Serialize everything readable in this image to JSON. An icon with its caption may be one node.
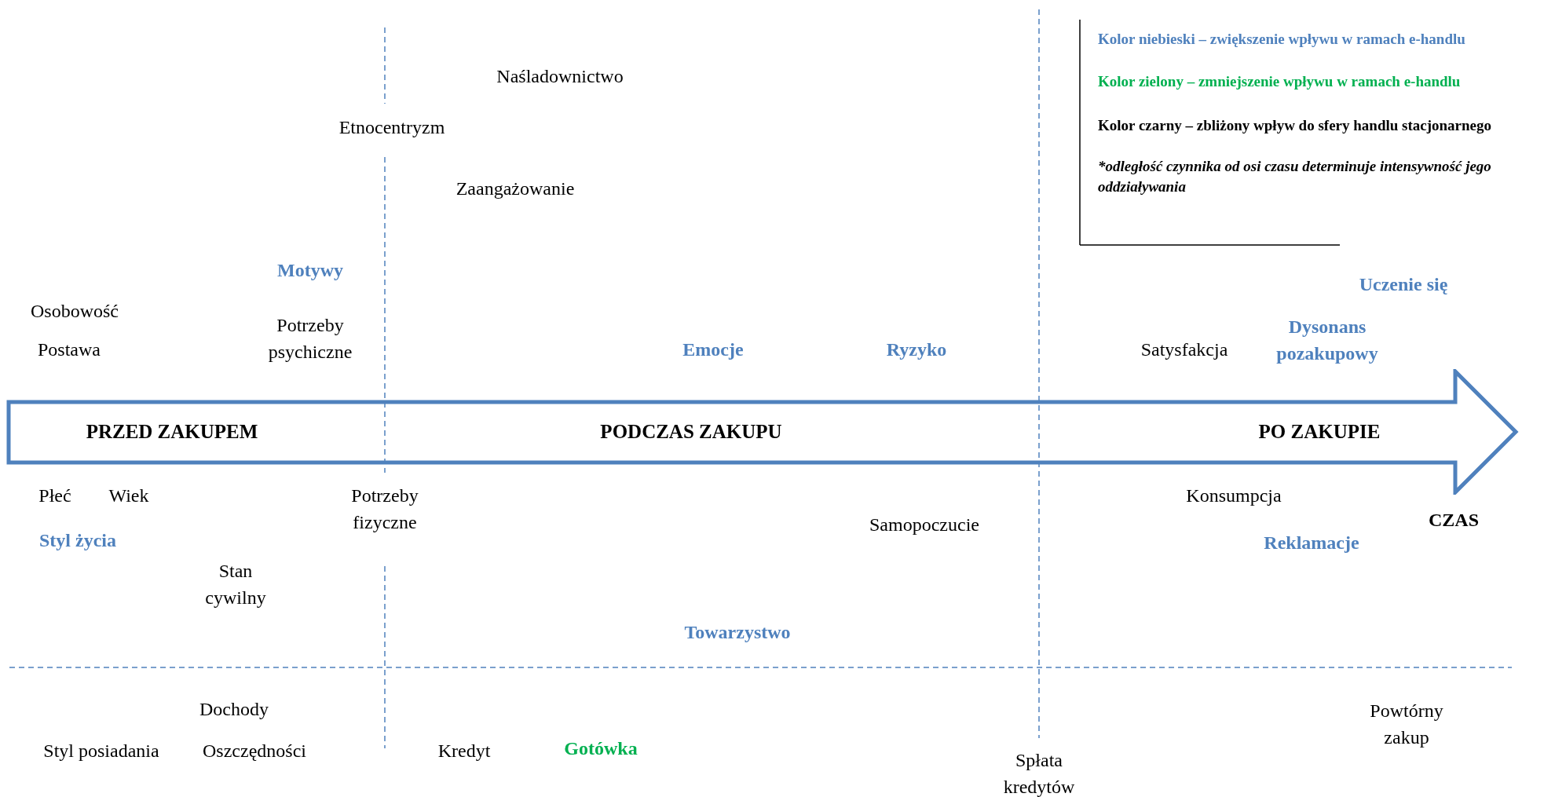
{
  "diagram": {
    "nodes": [
      {
        "text": [
          "PRZED ZAKUPEM",
          "PODCZAS ZAKUPU",
          "PO ZAKUPIE"
        ]
      }
    ],
    "edges": [],
    "labels": [
      "Naśladownictwo",
      "Etnocentryzm",
      "Zaangażowanie",
      "Motywy",
      "Uczenie się",
      "Osobowość",
      "Potrzeby psychiczne",
      "Dysonans pozakupowy",
      "Postawa",
      "Emocje",
      "Ryzyko",
      "Satysfakcja",
      "Płeć",
      "Wiek",
      "Potrzeby fizyczne",
      "Konsumpcja",
      "CZAS",
      "Samopoczucie",
      "Styl życia",
      "Reklamacje",
      "Stan cywilny",
      "Towarzystwo",
      "Dochody",
      "Powtórny zakup",
      "Styl posiadania",
      "Oszczędności",
      "Kredyt",
      "Gotówka",
      "Spłata kredytów",
      "*odległość czynnika od osi czasu determinuje intensywność jego oddziaływania"
    ],
    "legend": [
      {
        "text": "Kolor niebieski – zwiększenie wpływu w ramach e-handlu",
        "color": "#4f81bd"
      },
      {
        "text": "Kolor zielony – zmniejszenie wpływu w ramach e-handlu",
        "color": "#00b050"
      },
      {
        "text": "Kolor czarny – zbliżony wpływ do sfery handlu stacjonarnego",
        "color": "#000000"
      }
    ]
  }
}
